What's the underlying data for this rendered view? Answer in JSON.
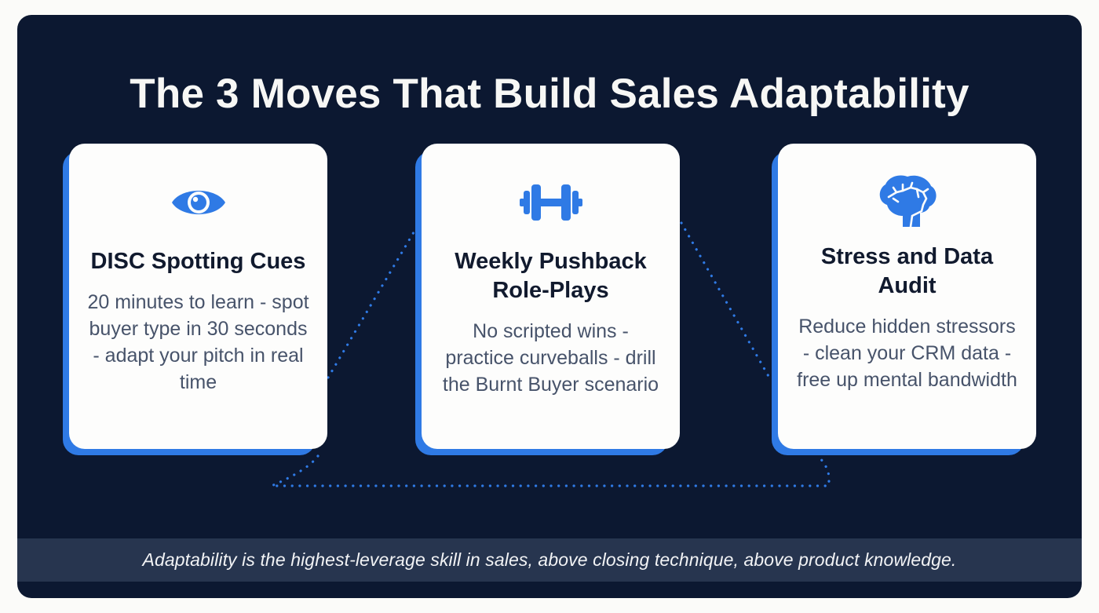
{
  "title": "The 3 Moves That Build Sales Adaptability",
  "colors": {
    "background": "#fbfbf9",
    "panel": "#0c1831",
    "accent": "#2f7ae5",
    "card": "#fdfdfc",
    "heading_text": "#111a2e",
    "body_text": "#47536a",
    "footer_band": "#27354f"
  },
  "cards": [
    {
      "icon": "eye-icon",
      "heading": "DISC Spotting Cues",
      "body": "20 minutes to learn - spot buyer type in 30 seconds - adapt your pitch in real time"
    },
    {
      "icon": "dumbbell-icon",
      "heading": "Weekly Pushback Role-Plays",
      "body": "No scripted wins - practice curveballs - drill the Burnt Buyer scenario"
    },
    {
      "icon": "brain-icon",
      "heading": "Stress and Data Audit",
      "body": "Reduce hidden stressors - clean your CRM data - free up mental bandwidth"
    }
  ],
  "footer": {
    "text": "Adaptability is the highest-leverage skill in sales, above closing technique, above product knowledge."
  }
}
